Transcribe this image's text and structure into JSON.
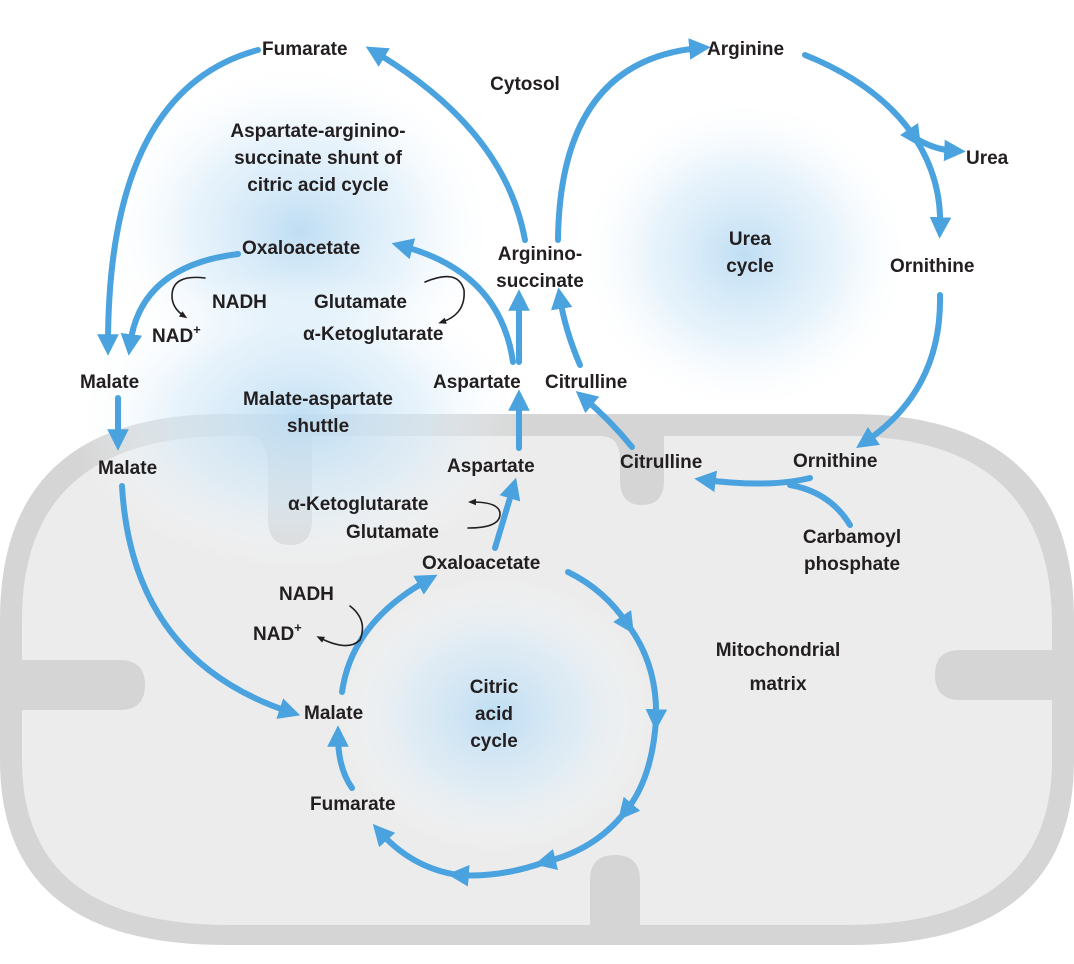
{
  "colors": {
    "flow": "#4aa3df",
    "matrix": "#ececec",
    "membrane": "#d5d5d5",
    "glow": "#cfe6f6",
    "text": "#231f20"
  },
  "compartments": {
    "cytosol": "Cytosol",
    "matrix_line1": "Mitochondrial",
    "matrix_line2": "matrix"
  },
  "titles": {
    "shunt": [
      "Aspartate-arginino-",
      "succinate shunt of",
      "citric acid cycle"
    ],
    "shuttle": [
      "Malate-aspartate",
      "shuttle"
    ],
    "urea": [
      "Urea",
      "cycle"
    ],
    "citric": [
      "Citric",
      "acid",
      "cycle"
    ]
  },
  "metabolites": {
    "fumarate_top": "Fumarate",
    "arginine": "Arginine",
    "urea": "Urea",
    "ornithine_cyto": "Ornithine",
    "argininosuccinate": [
      "Arginino-",
      "succinate"
    ],
    "oxaloacetate_cyto": "Oxaloacetate",
    "nadh_cyto": "NADH",
    "nad_cyto": "NAD",
    "glutamate_cyto": "Glutamate",
    "akg_cyto": "α-Ketoglutarate",
    "malate_cyto": "Malate",
    "aspartate_cyto": "Aspartate",
    "citrulline_cyto": "Citrulline",
    "malate_mito": "Malate",
    "aspartate_mito": "Aspartate",
    "citrulline_mito": "Citrulline",
    "ornithine_mito": "Ornithine",
    "akg_mito": "α-Ketoglutarate",
    "glutamate_mito": "Glutamate",
    "carbamoyl": [
      "Carbamoyl",
      "phosphate"
    ],
    "oxaloacetate_mito": "Oxaloacetate",
    "nadh_mito": "NADH",
    "nad_mito": "NAD",
    "malate_cycle": "Malate",
    "fumarate_cycle": "Fumarate",
    "plus": "+"
  }
}
